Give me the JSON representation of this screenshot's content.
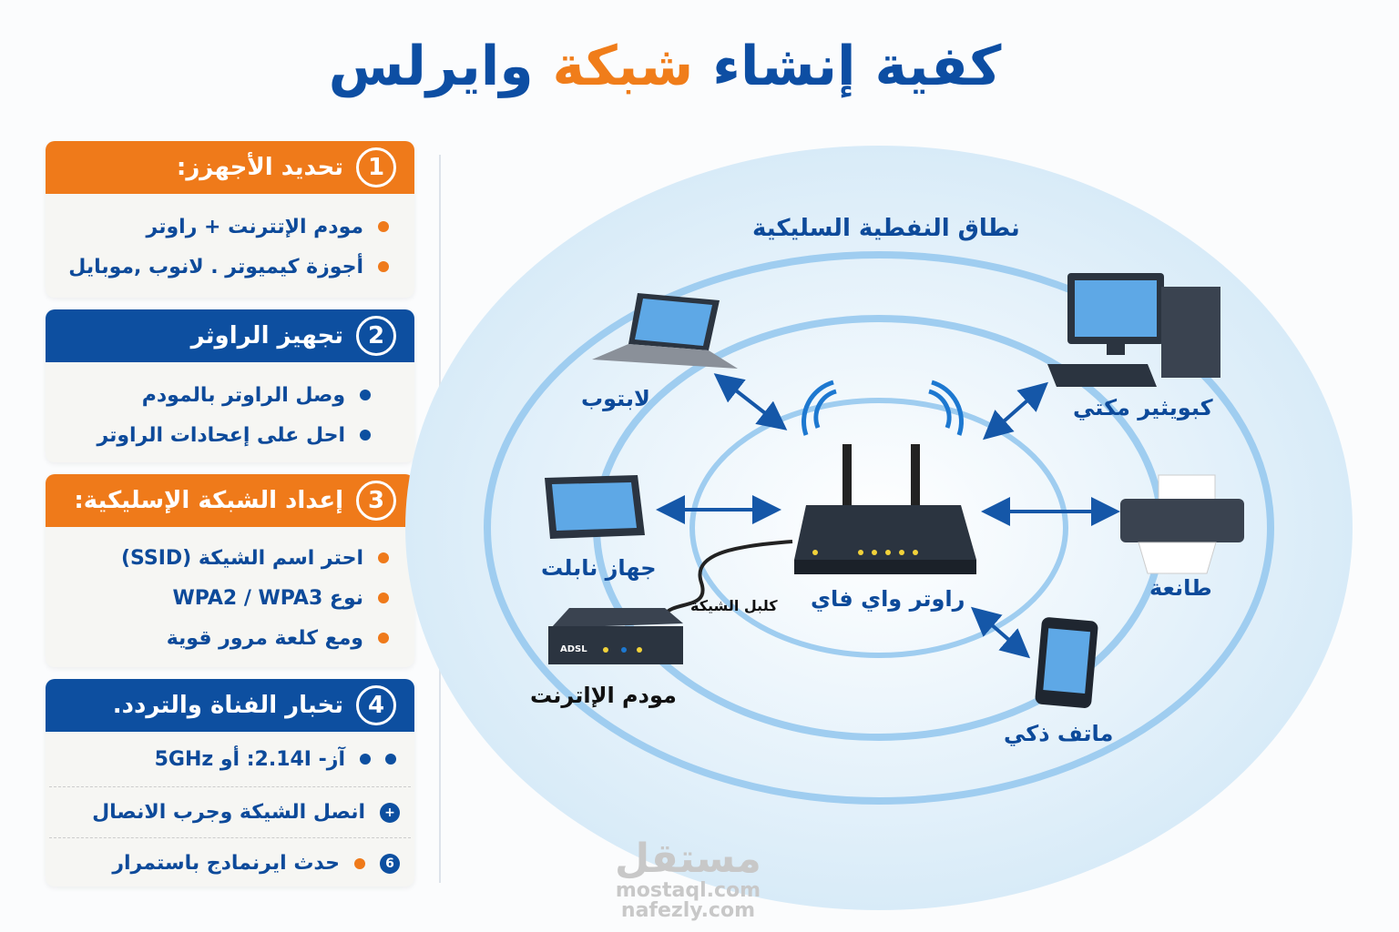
{
  "title": {
    "part1": "كفية إنشاء",
    "accent": "شبكة",
    "part2": "وايرلس"
  },
  "steps": [
    {
      "num": "1",
      "title": "تحديد الأجهزز:",
      "items": [
        "مودم الإتترنت + راوتر",
        "أجوزة كيميوتر . لانوب ,موبايل"
      ]
    },
    {
      "num": "2",
      "title": "تجهيز الراوثر",
      "items": [
        "وصل الراوتر بالمودم",
        "احل على إعحادات الراوتر"
      ]
    },
    {
      "num": "3",
      "title": "إعداد الشبكة الإسليكية:",
      "items": [
        "احتر اسم الشيكة (SSID)",
        "نوع WPA2 / WPA3",
        "ومع كلعة مرور قوية"
      ]
    },
    {
      "num": "4",
      "title": "تخبار الفناة والتردد.",
      "items": [
        "آز- 2.14I: أو 5GHz",
        "انصل الشيكة وجرب الانصال",
        "حدث ايرنمادج باستمرار"
      ],
      "badges": [
        "+",
        "6"
      ]
    }
  ],
  "diagram": {
    "coverage": "نطاق النفطية السليكية",
    "router": "راوتر واي فاي",
    "laptop": "لابتوب",
    "desktop": "كبويثير مكتي",
    "tablet": "جهاز نابلت",
    "printer": "طانعة",
    "modem": "مودم الإاترنت",
    "phone": "ماتف ذكي",
    "cable": "كلبل الشيكة",
    "modem_tag": "ADSL"
  },
  "watermark": {
    "line1": "مستقل",
    "line2": "mostaql.com",
    "line3": "nafezly.com"
  },
  "colors": {
    "orange": "#ef7a1a",
    "blue": "#0d4fa0"
  }
}
